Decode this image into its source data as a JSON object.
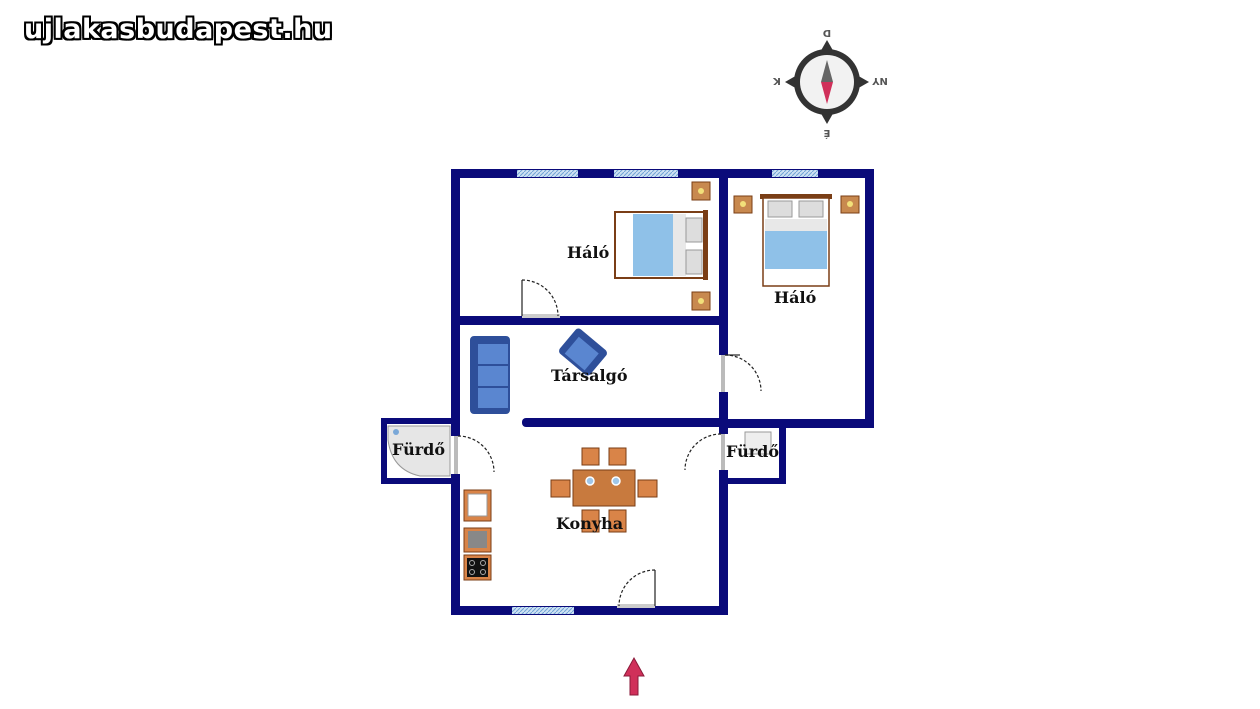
{
  "logo": {
    "text": "ujlakasbudapest.hu"
  },
  "compass": {
    "north": "É",
    "south": "D",
    "east": "K",
    "west": "NY"
  },
  "rooms": {
    "halo_1": "Háló",
    "halo_2": "Háló",
    "tarsalgo": "Társalgó",
    "furdo_1": "Fürdő",
    "furdo_2": "Fürdő",
    "konyha": "Konyha"
  },
  "colors": {
    "wall": "#0a0a7a",
    "window": "#9fc6e8",
    "bed": "#8fc1e8",
    "wood": "#d48a4a",
    "sofa": "#3a66b8",
    "entrance_arrow": "#d0305a"
  },
  "icons": [
    "compass-icon",
    "entrance-arrow-icon",
    "bed-icon",
    "sofa-icon",
    "armchair-icon",
    "table-icon",
    "chair-icon",
    "sink-icon",
    "stove-icon",
    "bathtub-icon",
    "nightstand-icon",
    "door-icon",
    "window-icon"
  ]
}
